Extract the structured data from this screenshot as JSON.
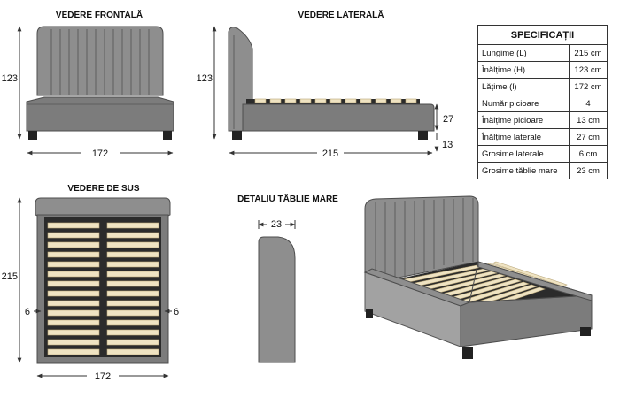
{
  "views": {
    "front": {
      "title": "VEDERE FRONTALĂ",
      "height": "123",
      "width": "172"
    },
    "side": {
      "title": "VEDERE LATERALĂ",
      "height": "123",
      "length": "215",
      "frame_height": "27",
      "leg_height": "13"
    },
    "top": {
      "title": "VEDERE DE SUS",
      "length": "215",
      "side_left": "6",
      "side_right": "6",
      "width": "172"
    },
    "detail": {
      "title": "DETALIU TĂBLIE MARE",
      "thickness": "23"
    }
  },
  "spec": {
    "header": "SPECIFICAȚII",
    "rows": [
      {
        "label": "Lungime (L)",
        "value": "215 cm"
      },
      {
        "label": "Înălțime (H)",
        "value": "123 cm"
      },
      {
        "label": "Lățime (l)",
        "value": "172 cm"
      },
      {
        "label": "Număr picioare",
        "value": "4"
      },
      {
        "label": "Înălțime picioare",
        "value": "13 cm"
      },
      {
        "label": "Înălțime laterale",
        "value": "27 cm"
      },
      {
        "label": "Grosime laterale",
        "value": "6 cm"
      },
      {
        "label": "Grosime tăblie mare",
        "value": "23 cm"
      }
    ]
  },
  "colors": {
    "upholstery": "#8e8e8e",
    "slats": "#efe3c2",
    "frame": "#2b2b2b",
    "legs": "#222222"
  }
}
